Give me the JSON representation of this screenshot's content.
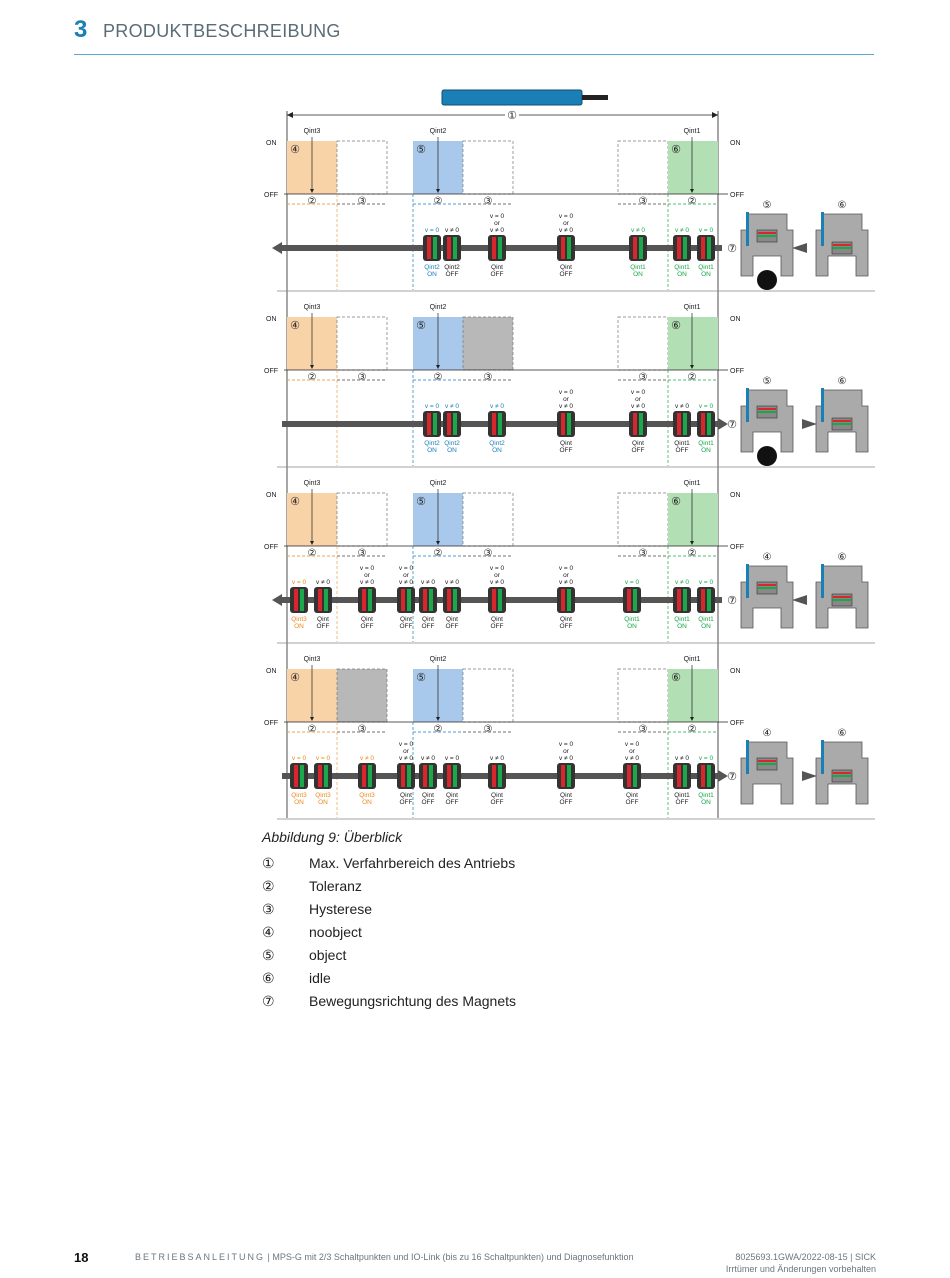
{
  "header": {
    "chapter_number": "3",
    "chapter_title": "PRODUKTBESCHREIBUNG"
  },
  "figure": {
    "caption": "Abbildung 9: Überblick",
    "on_label": "ON",
    "off_label": "OFF",
    "circled": [
      "①",
      "②",
      "③",
      "④",
      "⑤",
      "⑥",
      "⑦"
    ],
    "colors": {
      "noobject": "#f9d3a8",
      "object": "#a9c9ec",
      "idle": "#b2dfb4",
      "hysteresis": "#b8b8b8",
      "qint3": "#e88b1a",
      "qint2": "#1a7fb5",
      "qint1": "#1aa84a",
      "rail": "#555555",
      "sensor": "#1a7fb5"
    },
    "rows": [
      {
        "labels": {
          "q3": "Qint3",
          "q2": "Qint2",
          "q1": "Qint1"
        },
        "carriers": [
          {
            "top": [
              "v = 0"
            ],
            "top_color": "blue",
            "bottom": [
              "Qint2",
              "ON"
            ],
            "bottom_color": "blue"
          },
          {
            "top": [
              "v ≠ 0"
            ],
            "top_color": "black",
            "bottom": [
              "Qint2",
              "OFF"
            ],
            "bottom_color": "black"
          },
          {
            "top": [
              "v = 0",
              "or",
              "v ≠ 0"
            ],
            "top_color": "black",
            "bottom": [
              "Qint",
              "OFF"
            ],
            "bottom_color": "black"
          },
          {
            "top": [
              "v = 0",
              "or",
              "v ≠ 0"
            ],
            "top_color": "black",
            "bottom": [
              "Qint",
              "OFF"
            ],
            "bottom_color": "black"
          },
          {
            "top": [
              "v ≠ 0"
            ],
            "top_color": "green",
            "bottom": [
              "Qint1",
              "ON"
            ],
            "bottom_color": "green"
          },
          {
            "top": [
              "v ≠ 0"
            ],
            "top_color": "green",
            "bottom": [
              "Qint1",
              "ON"
            ],
            "bottom_color": "green"
          },
          {
            "top": [
              "v = 0"
            ],
            "top_color": "green",
            "bottom": [
              "Qint1",
              "ON"
            ],
            "bottom_color": "green"
          }
        ]
      },
      {
        "labels": {
          "q3": "Qint3",
          "q2": "Qint2",
          "q1": "Qint1"
        },
        "carriers": [
          {
            "top": [
              "v = 0"
            ],
            "top_color": "blue",
            "bottom": [
              "Qint2",
              "ON"
            ],
            "bottom_color": "blue"
          },
          {
            "top": [
              "v ≠ 0"
            ],
            "top_color": "blue",
            "bottom": [
              "Qint2",
              "ON"
            ],
            "bottom_color": "blue"
          },
          {
            "top": [
              "v ≠ 0"
            ],
            "top_color": "blue",
            "bottom": [
              "Qint2",
              "ON"
            ],
            "bottom_color": "blue"
          },
          {
            "top": [
              "v = 0",
              "or",
              "v ≠ 0"
            ],
            "top_color": "black",
            "bottom": [
              "Qint",
              "OFF"
            ],
            "bottom_color": "black"
          },
          {
            "top": [
              "v = 0",
              "or",
              "v ≠ 0"
            ],
            "top_color": "black",
            "bottom": [
              "Qint",
              "OFF"
            ],
            "bottom_color": "black"
          },
          {
            "top": [
              "v ≠ 0"
            ],
            "top_color": "black",
            "bottom": [
              "Qint1",
              "OFF"
            ],
            "bottom_color": "black"
          },
          {
            "top": [
              "v = 0"
            ],
            "top_color": "green",
            "bottom": [
              "Qint1",
              "ON"
            ],
            "bottom_color": "green"
          }
        ]
      },
      {
        "labels": {
          "q3": "Qint3",
          "q2": "Qint2",
          "q1": "Qint1"
        },
        "carriers": [
          {
            "top": [
              "v = 0"
            ],
            "top_color": "orange",
            "bottom": [
              "Qint3",
              "ON"
            ],
            "bottom_color": "orange"
          },
          {
            "top": [
              "v ≠ 0"
            ],
            "top_color": "black",
            "bottom": [
              "Qint",
              "OFF"
            ],
            "bottom_color": "black"
          },
          {
            "top": [
              "v = 0",
              "or",
              "v ≠ 0"
            ],
            "top_color": "black",
            "bottom": [
              "Qint",
              "OFF"
            ],
            "bottom_color": "black"
          },
          {
            "top": [
              "v = 0",
              "or",
              "v ≠ 0"
            ],
            "top_color": "black",
            "bottom": [
              "Qint",
              "OFF"
            ],
            "bottom_color": "black"
          },
          {
            "top": [
              "v ≠ 0"
            ],
            "top_color": "black",
            "bottom": [
              "Qint",
              "OFF"
            ],
            "bottom_color": "black"
          },
          {
            "top": [
              "v ≠ 0"
            ],
            "top_color": "black",
            "bottom": [
              "Qint",
              "OFF"
            ],
            "bottom_color": "black"
          },
          {
            "top": [
              "v = 0",
              "or",
              "v ≠ 0"
            ],
            "top_color": "black",
            "bottom": [
              "Qint",
              "OFF"
            ],
            "bottom_color": "black"
          },
          {
            "top": [
              "v = 0",
              "or",
              "v ≠ 0"
            ],
            "top_color": "black",
            "bottom": [
              "Qint",
              "OFF"
            ],
            "bottom_color": "black"
          },
          {
            "top": [
              "v = 0"
            ],
            "top_color": "green",
            "bottom": [
              "Qint1",
              "ON"
            ],
            "bottom_color": "green"
          },
          {
            "top": [
              "v ≠ 0"
            ],
            "top_color": "green",
            "bottom": [
              "Qint1",
              "ON"
            ],
            "bottom_color": "green"
          },
          {
            "top": [
              "v = 0"
            ],
            "top_color": "green",
            "bottom": [
              "Qint1",
              "ON"
            ],
            "bottom_color": "green"
          }
        ]
      },
      {
        "labels": {
          "q3": "Qint3",
          "q2": "Qint2",
          "q1": "Qint1"
        },
        "carriers": [
          {
            "top": [
              "v = 0"
            ],
            "top_color": "orange",
            "bottom": [
              "Qint3",
              "ON"
            ],
            "bottom_color": "orange"
          },
          {
            "top": [
              "v = 0"
            ],
            "top_color": "orange",
            "bottom": [
              "Qint3",
              "ON"
            ],
            "bottom_color": "orange"
          },
          {
            "top": [
              "v ≠ 0"
            ],
            "top_color": "orange",
            "bottom": [
              "Qint3",
              "ON"
            ],
            "bottom_color": "orange"
          },
          {
            "top": [
              "v = 0",
              "or",
              "v ≠ 0"
            ],
            "top_color": "black",
            "bottom": [
              "Qint",
              "OFF"
            ],
            "bottom_color": "black"
          },
          {
            "top": [
              "v ≠ 0"
            ],
            "top_color": "black",
            "bottom": [
              "Qint",
              "OFF"
            ],
            "bottom_color": "black"
          },
          {
            "top": [
              "v = 0"
            ],
            "top_color": "black",
            "bottom": [
              "Qint",
              "OFF"
            ],
            "bottom_color": "black"
          },
          {
            "top": [
              "v ≠ 0"
            ],
            "top_color": "black",
            "bottom": [
              "Qint",
              "OFF"
            ],
            "bottom_color": "black"
          },
          {
            "top": [
              "v = 0",
              "or",
              "v ≠ 0"
            ],
            "top_color": "black",
            "bottom": [
              "Qint",
              "OFF"
            ],
            "bottom_color": "black"
          },
          {
            "top": [
              "v = 0",
              "or",
              "v ≠ 0"
            ],
            "top_color": "black",
            "bottom": [
              "Qint",
              "OFF"
            ],
            "bottom_color": "black"
          },
          {
            "top": [
              "v ≠ 0"
            ],
            "top_color": "black",
            "bottom": [
              "Qint1",
              "OFF"
            ],
            "bottom_color": "black"
          },
          {
            "top": [
              "v = 0"
            ],
            "top_color": "green",
            "bottom": [
              "Qint1",
              "ON"
            ],
            "bottom_color": "green"
          }
        ]
      }
    ]
  },
  "legend": [
    {
      "num": "①",
      "text": "Max. Verfahrbereich des Antriebs"
    },
    {
      "num": "②",
      "text": "Toleranz"
    },
    {
      "num": "③",
      "text": "Hysterese"
    },
    {
      "num": "④",
      "text": "noobject"
    },
    {
      "num": "⑤",
      "text": "object"
    },
    {
      "num": "⑥",
      "text": "idle"
    },
    {
      "num": "⑦",
      "text": "Bewegungsrichtung des Magnets"
    }
  ],
  "footer": {
    "page_number": "18",
    "doc_type": "BETRIEBSANLEITUNG",
    "doc_title": " | MPS-G mit 2/3 Schaltpunkten und IO-Link (bis zu 16 Schaltpunkten) und Diagnosefunktion",
    "doc_ref": "8025693.1GWA/2022-08-15 | SICK",
    "disclaimer": "Irrtümer und Änderungen vorbehalten"
  }
}
